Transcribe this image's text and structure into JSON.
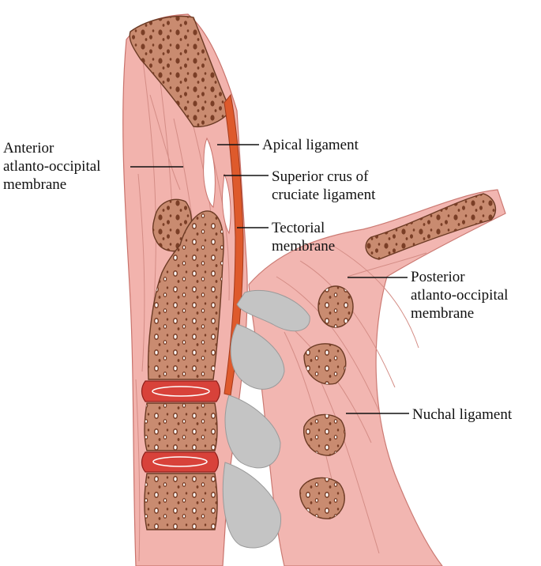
{
  "labels": {
    "anterior_atlanto_occipital": "Anterior\natlanto-occipital\nmembrane",
    "apical_ligament": "Apical ligament",
    "superior_crus": "Superior crus of\ncruciate ligament",
    "tectorial_membrane": "Tectorial\nmembrane",
    "posterior_atlanto_occipital": "Posterior\natlanto-occipital\nmembrane",
    "nuchal_ligament": "Nuchal ligament"
  },
  "colors": {
    "ligament_pink": "#f2b3ad",
    "ligament_stroke": "#c9736c",
    "bone_fill": "#c98b70",
    "bone_stroke": "#6b3a24",
    "bone_pore": "#7a3e26",
    "disc_red": "#d8423a",
    "tectorial_orange": "#de5a2c",
    "spinal_cord_gray": "#c4c4c4",
    "leader_line": "#111111"
  }
}
